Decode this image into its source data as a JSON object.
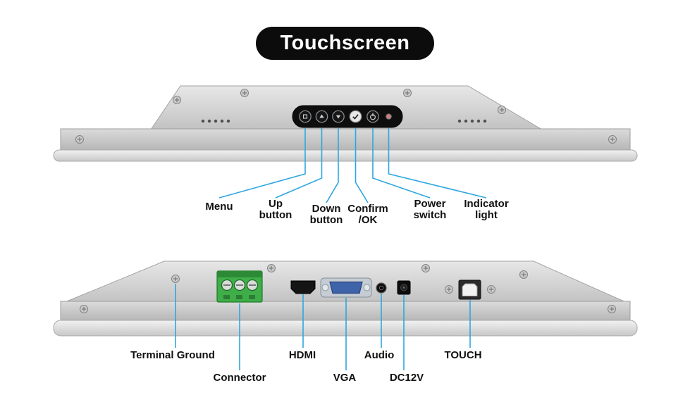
{
  "badge": {
    "label": "Touchscreen"
  },
  "colors": {
    "callout": "#2ea7df",
    "badge_bg": "#0c0c0c",
    "label_text": "#101010",
    "connector_green": "#3fae49",
    "vga_blue": "#3f63a8"
  },
  "top_view": {
    "labels": [
      {
        "id": "menu",
        "text": "Menu"
      },
      {
        "id": "up-button",
        "text": "Up\nbutton"
      },
      {
        "id": "down-button",
        "text": "Down\nbutton"
      },
      {
        "id": "confirm-ok",
        "text": "Confirm\n/OK"
      },
      {
        "id": "power-switch",
        "text": "Power\nswitch"
      },
      {
        "id": "indicator-light",
        "text": "Indicator\nlight"
      }
    ]
  },
  "bottom_view": {
    "labels": [
      {
        "id": "terminal-ground",
        "text": "Terminal Ground"
      },
      {
        "id": "connector",
        "text": "Connector"
      },
      {
        "id": "hdmi",
        "text": "HDMI"
      },
      {
        "id": "vga",
        "text": "VGA"
      },
      {
        "id": "audio",
        "text": "Audio"
      },
      {
        "id": "dc12v",
        "text": "DC12V"
      },
      {
        "id": "touch",
        "text": "TOUCH"
      }
    ]
  }
}
